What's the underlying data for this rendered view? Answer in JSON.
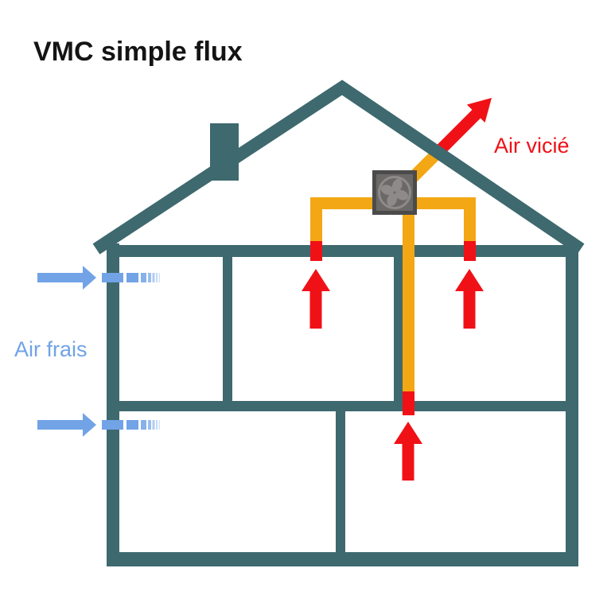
{
  "title": "VMC simple flux",
  "labels": {
    "fresh_air": "Air frais",
    "stale_air": "Air vicié"
  },
  "colors": {
    "background": "#FFFFFF",
    "title_text": "#141414",
    "house": "#3E696E",
    "duct": "#F3A714",
    "stale_air": "#F01117",
    "fresh_air": "#71A3E6",
    "fan_box_fill": "#6C6868",
    "fan_box_border": "#4B4B4B",
    "fan_blades": "#8E8A8A"
  },
  "icons": {
    "fan_unit": "fan-icon"
  }
}
